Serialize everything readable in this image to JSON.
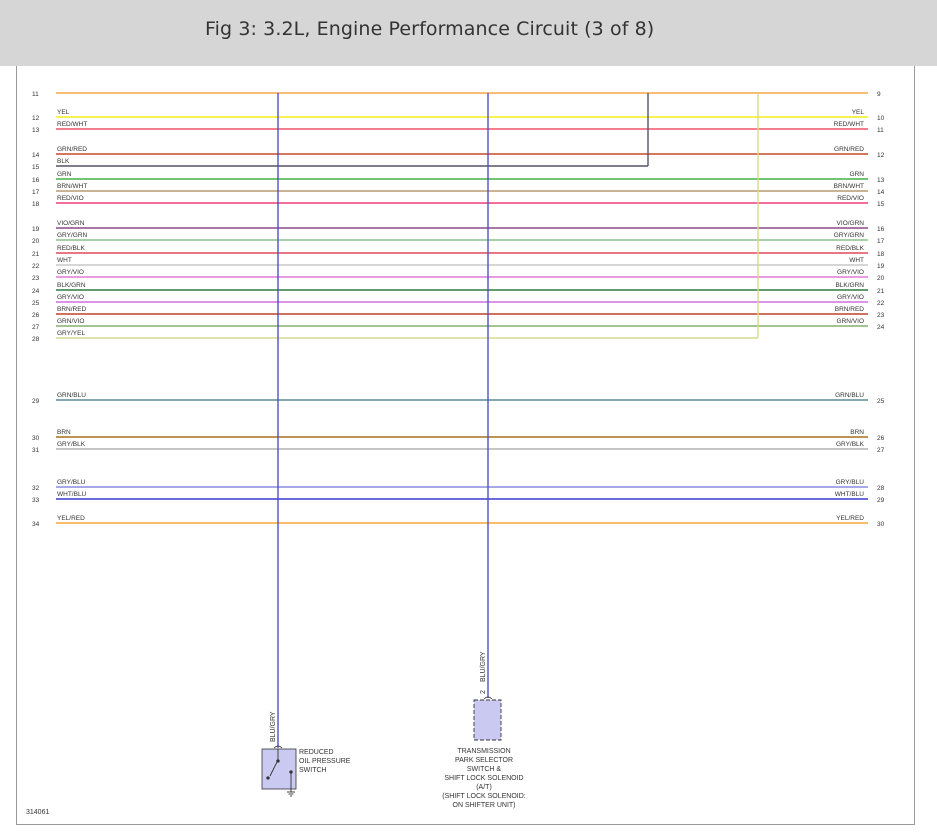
{
  "header": {
    "title": "Fig 3: 3.2L, Engine Performance Circuit (3 of 8)"
  },
  "figure_id": "314061",
  "wires": [
    {
      "left_pin": "11",
      "right_pin": "9",
      "label": "",
      "color": "#f4a74a"
    },
    {
      "left_pin": "12",
      "right_pin": "10",
      "label": "YEL",
      "color": "#f2ee1a"
    },
    {
      "left_pin": "13",
      "right_pin": "11",
      "label": "RED/WHT",
      "color": "#f0546a"
    },
    {
      "left_pin": "14",
      "right_pin": "12",
      "label": "GRN/RED",
      "color": "#c74a2a"
    },
    {
      "left_pin": "15",
      "right_pin": "",
      "label": "BLK",
      "color": "#555566"
    },
    {
      "left_pin": "16",
      "right_pin": "13",
      "label": "GRN",
      "color": "#44b044"
    },
    {
      "left_pin": "17",
      "right_pin": "14",
      "label": "BRN/WHT",
      "color": "#b89a70"
    },
    {
      "left_pin": "18",
      "right_pin": "15",
      "label": "RED/VIO",
      "color": "#ee3d7a"
    },
    {
      "left_pin": "19",
      "right_pin": "16",
      "label": "VIO/GRN",
      "color": "#8a4a8a"
    },
    {
      "left_pin": "20",
      "right_pin": "17",
      "label": "GRY/GRN",
      "color": "#8ac08a"
    },
    {
      "left_pin": "21",
      "right_pin": "18",
      "label": "RED/BLK",
      "color": "#e04a5a"
    },
    {
      "left_pin": "22",
      "right_pin": "19",
      "label": "WHT",
      "color": "#c8c8c8"
    },
    {
      "left_pin": "23",
      "right_pin": "20",
      "label": "GRY/VIO",
      "color": "#e07ad8"
    },
    {
      "left_pin": "24",
      "right_pin": "21",
      "label": "BLK/GRN",
      "color": "#2e7a3e"
    },
    {
      "left_pin": "25",
      "right_pin": "22",
      "label": "GRY/VIO",
      "color": "#d070e0"
    },
    {
      "left_pin": "26",
      "right_pin": "23",
      "label": "BRN/RED",
      "color": "#c0422a"
    },
    {
      "left_pin": "27",
      "right_pin": "24",
      "label": "GRN/VIO",
      "color": "#86b06a"
    },
    {
      "left_pin": "28",
      "right_pin": "",
      "label": "GRY/YEL",
      "color": "#d8d890"
    },
    {
      "left_pin": "29",
      "right_pin": "25",
      "label": "GRN/BLU",
      "color": "#5a8a9a"
    },
    {
      "left_pin": "30",
      "right_pin": "26",
      "label": "BRN",
      "color": "#a8701c"
    },
    {
      "left_pin": "31",
      "right_pin": "27",
      "label": "GRY/BLK",
      "color": "#b4b4b4"
    },
    {
      "left_pin": "32",
      "right_pin": "28",
      "label": "GRY/BLU",
      "color": "#8c8ce0"
    },
    {
      "left_pin": "33",
      "right_pin": "29",
      "label": "WHT/BLU",
      "color": "#3a3ad0"
    },
    {
      "left_pin": "34",
      "right_pin": "30",
      "label": "YEL/RED",
      "color": "#f7a63a"
    }
  ],
  "branches": {
    "blk_drop_color": "#555566",
    "gry_yel_drop_color": "#d8d890",
    "trunk_color": "#5050c8"
  },
  "components": {
    "oil_switch": {
      "wire_label": "BLU/GRY",
      "label_lines": [
        "REDUCED",
        "OIL PRESSURE",
        "SWITCH"
      ]
    },
    "park_selector": {
      "wire_label": "BLU/GRY",
      "pin": "2",
      "label_lines": [
        "TRANSMISSION",
        "PARK SELECTOR",
        "SWITCH &",
        "SHIFT LOCK SOLENOID",
        "(A/T)",
        "(SHIFT LOCK SOLENOID:",
        "ON SHIFTER UNIT)"
      ]
    }
  }
}
